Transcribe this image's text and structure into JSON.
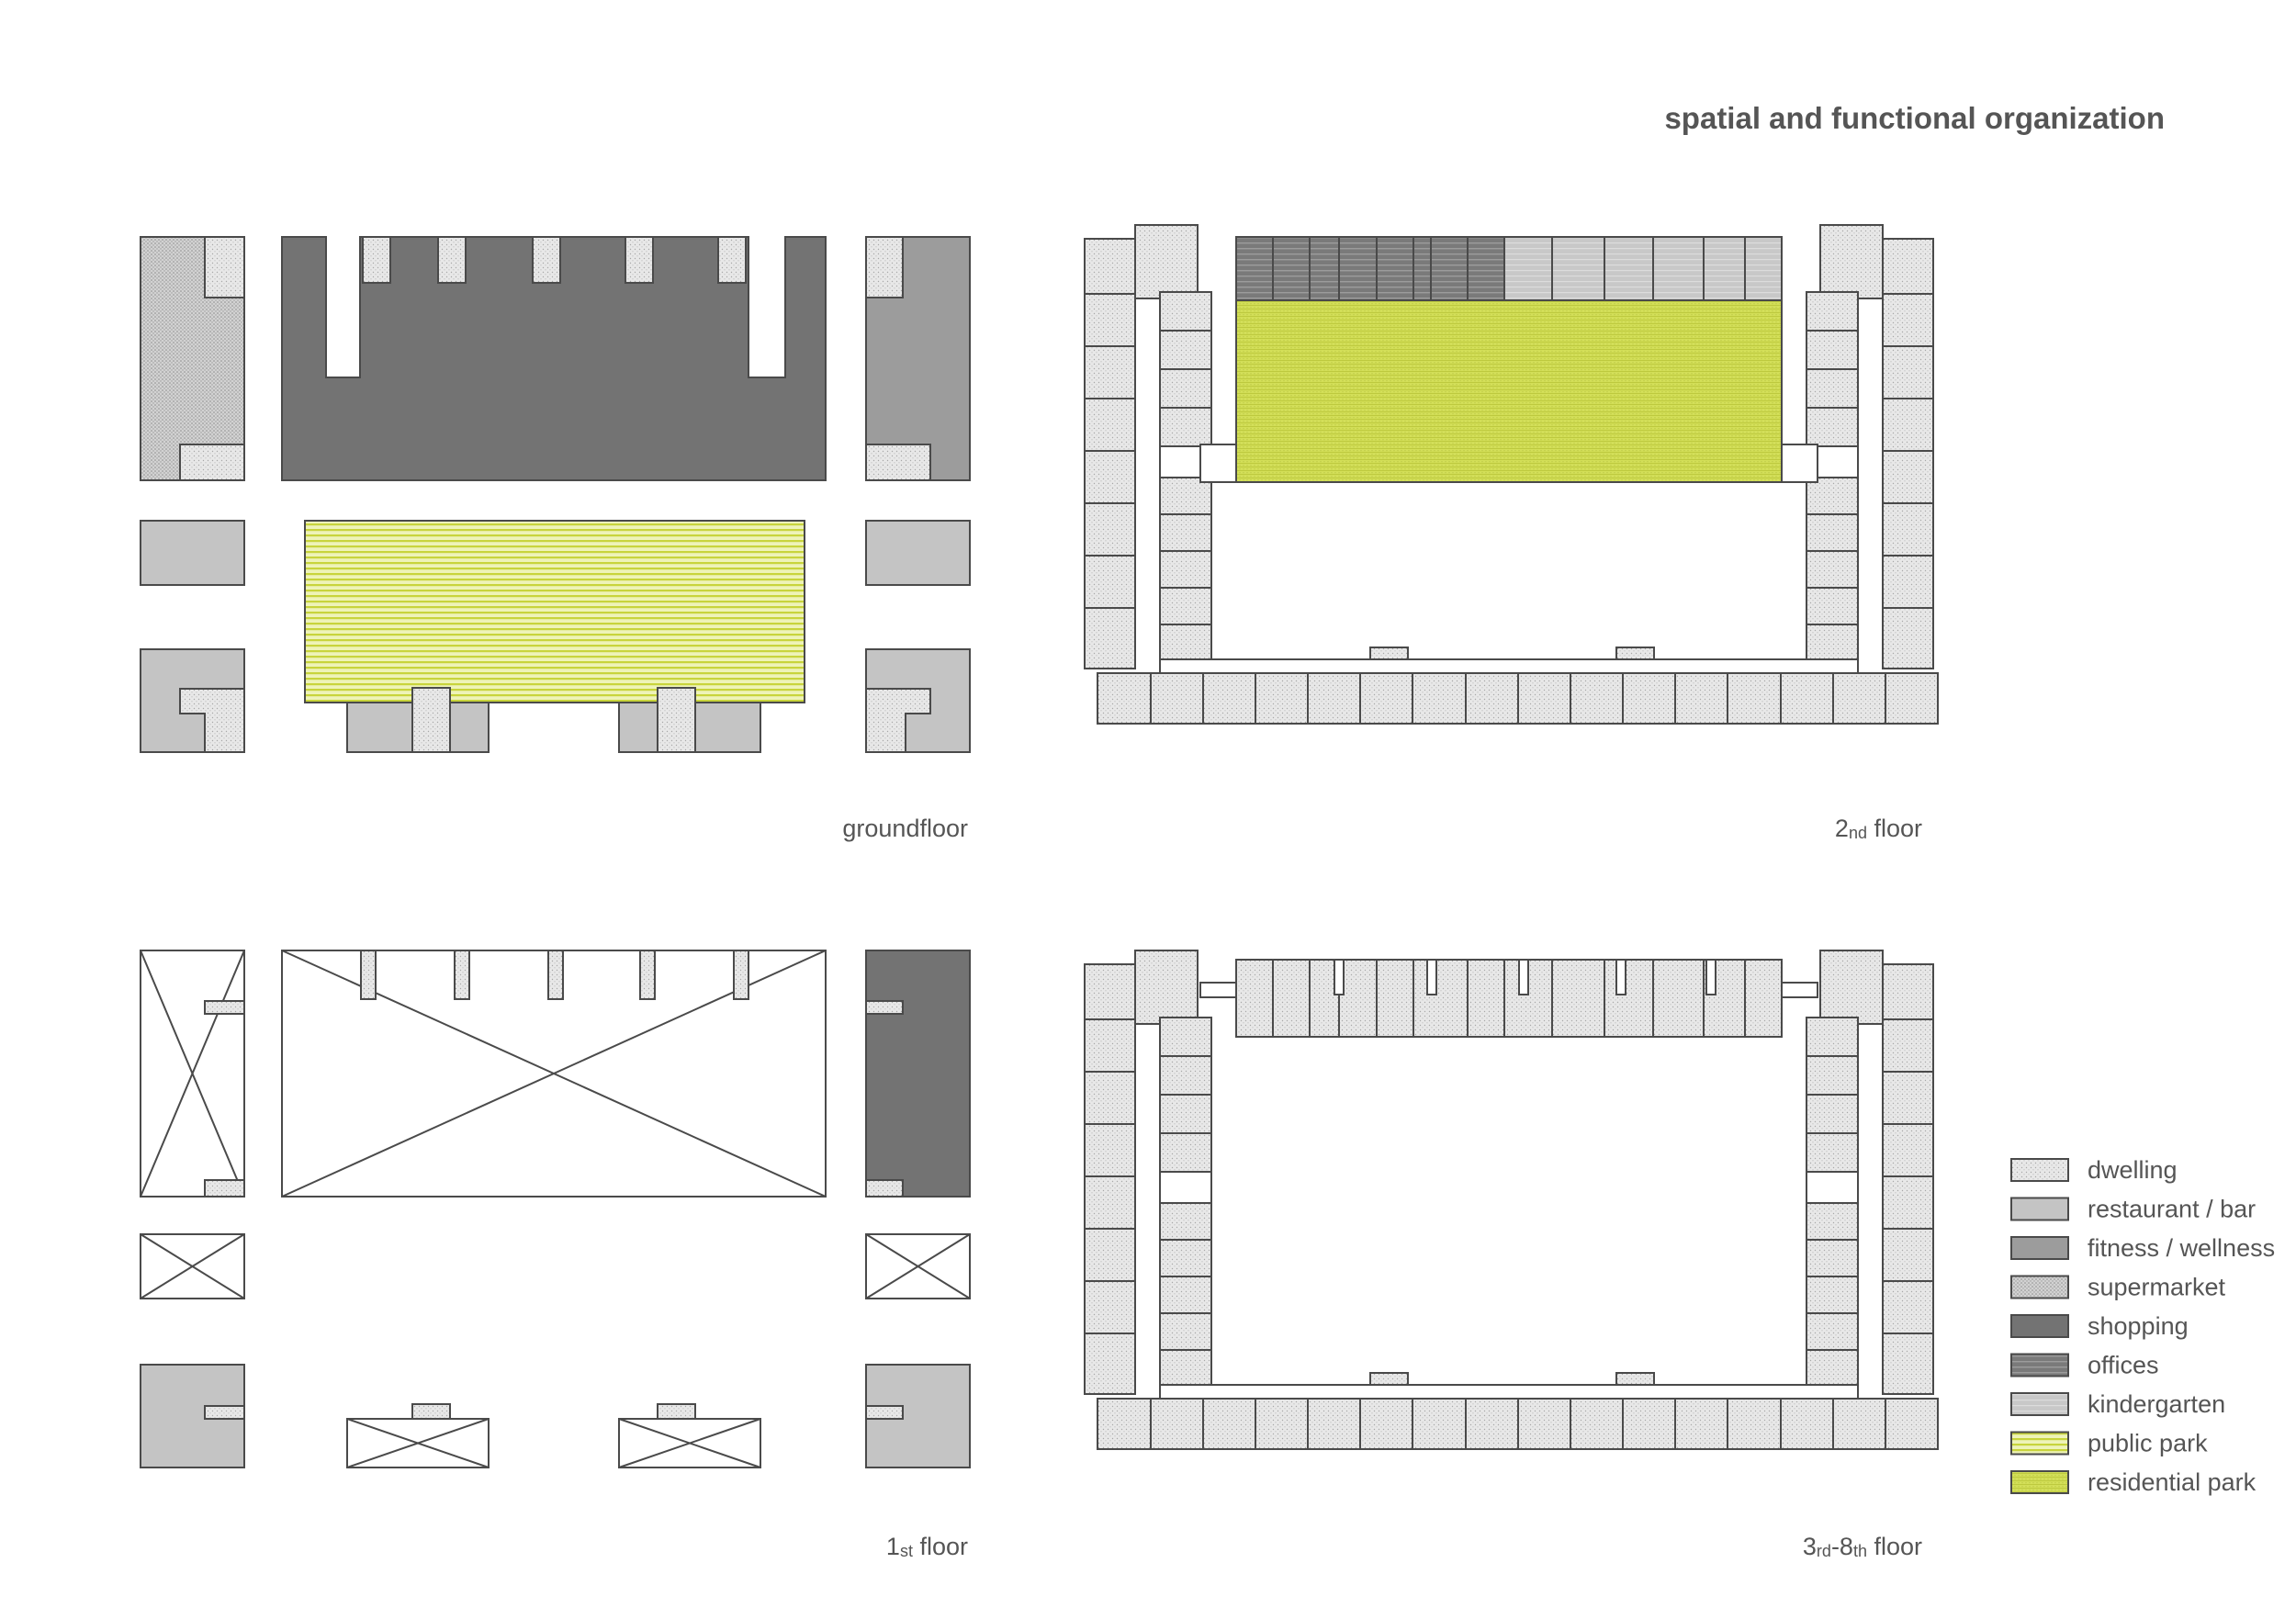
{
  "title": "spatial and functional organization",
  "plans": [
    {
      "id": "groundfloor",
      "label_main": "groundfloor",
      "label_sup": "",
      "label_tail": ""
    },
    {
      "id": "second",
      "label_main": "2",
      "label_sup": "nd",
      "label_tail": " floor"
    },
    {
      "id": "first",
      "label_main": "1",
      "label_sup": "st",
      "label_tail": " floor"
    },
    {
      "id": "upper",
      "label_main": "3",
      "label_sup": "rd",
      "label_tail": "-8",
      "label_sup2": "th",
      "label_tail2": " floor"
    }
  ],
  "legend": [
    {
      "label": "dwelling",
      "swatch": "dwelling"
    },
    {
      "label": "restaurant / bar",
      "swatch": "restaurant"
    },
    {
      "label": "fitness / wellness",
      "swatch": "fitness"
    },
    {
      "label": "supermarket",
      "swatch": "supermarket"
    },
    {
      "label": "shopping",
      "swatch": "shopping"
    },
    {
      "label": "offices",
      "swatch": "offices"
    },
    {
      "label": "kindergarten",
      "swatch": "kindergarten"
    },
    {
      "label": "public park",
      "swatch": "publicpark"
    },
    {
      "label": "residential park",
      "swatch": "residentialpark"
    }
  ],
  "colors": {
    "dwelling": "#e6e6e6",
    "restaurant": "#c4c4c4",
    "fitness": "#9c9c9c",
    "supermarket": "#cfcfcf",
    "shopping": "#737373",
    "offices": "#7a7a7a",
    "kindergarten": "#c6c6c6",
    "public_park": "#dfe87a",
    "residential_park": "#cfdc4a",
    "outline": "#4a4a4a",
    "text": "#555555"
  }
}
